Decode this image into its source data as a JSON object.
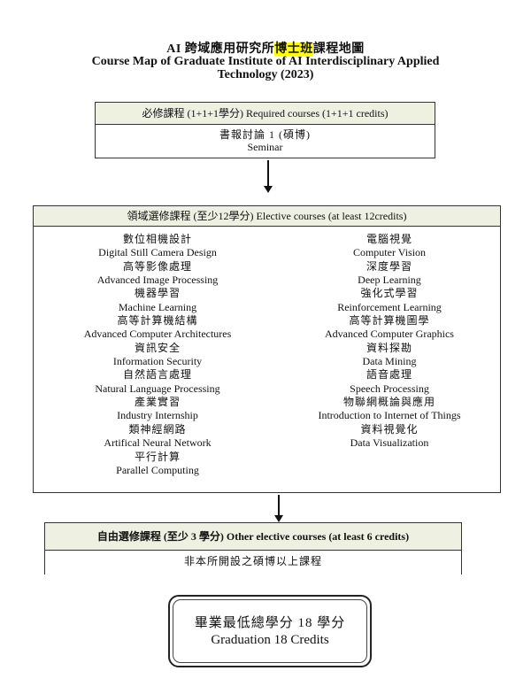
{
  "title": {
    "zh_prefix": "AI 跨域應用研究所",
    "zh_highlight": "博士班",
    "zh_suffix": "課程地圖",
    "en": "Course Map of Graduate Institute of AI Interdisciplinary Applied Technology (2023)"
  },
  "required": {
    "header": "必修課程 (1+1+1學分) Required courses (1+1+1 credits)",
    "course_zh": "書報討論 1 (碩博)",
    "course_en": "Seminar"
  },
  "elective": {
    "header": "領域選修課程 (至少12學分) Elective courses (at least 12credits)",
    "left": [
      {
        "zh": "數位相機設計",
        "en": "Digital Still Camera Design"
      },
      {
        "zh": "高等影像處理",
        "en": "Advanced Image Processing"
      },
      {
        "zh": "機器學習",
        "en": "Machine Learning"
      },
      {
        "zh": "高等計算機結構",
        "en": "Advanced Computer Architectures"
      },
      {
        "zh": "資訊安全",
        "en": "Information Security"
      },
      {
        "zh": "自然語言處理",
        "en": "Natural Language Processing"
      },
      {
        "zh": "產業實習",
        "en": "Industry Internship"
      },
      {
        "zh": "類神經網路",
        "en": "Artifical Neural Network"
      },
      {
        "zh": "平行計算",
        "en": "Parallel Computing"
      }
    ],
    "right": [
      {
        "zh": "電腦視覺",
        "en": "Computer Vision"
      },
      {
        "zh": "深度學習",
        "en": "Deep Learning"
      },
      {
        "zh": "強化式學習",
        "en": "Reinforcement Learning"
      },
      {
        "zh": "高等計算機圖學",
        "en": "Advanced Computer Graphics"
      },
      {
        "zh": "資料探勘",
        "en": "Data Mining"
      },
      {
        "zh": "語音處理",
        "en": "Speech Processing"
      },
      {
        "zh": "物聯網概論與應用",
        "en": "Introduction to Internet of Things"
      },
      {
        "zh": "資料視覺化",
        "en": "Data Visualization"
      }
    ]
  },
  "other": {
    "header": "自由選修課程 (至少 3 學分) Other elective courses (at least 6 credits)",
    "note": "非本所開設之碩博以上課程"
  },
  "graduation": {
    "zh": "畢業最低總學分 18 學分",
    "en": "Graduation 18 Credits"
  }
}
